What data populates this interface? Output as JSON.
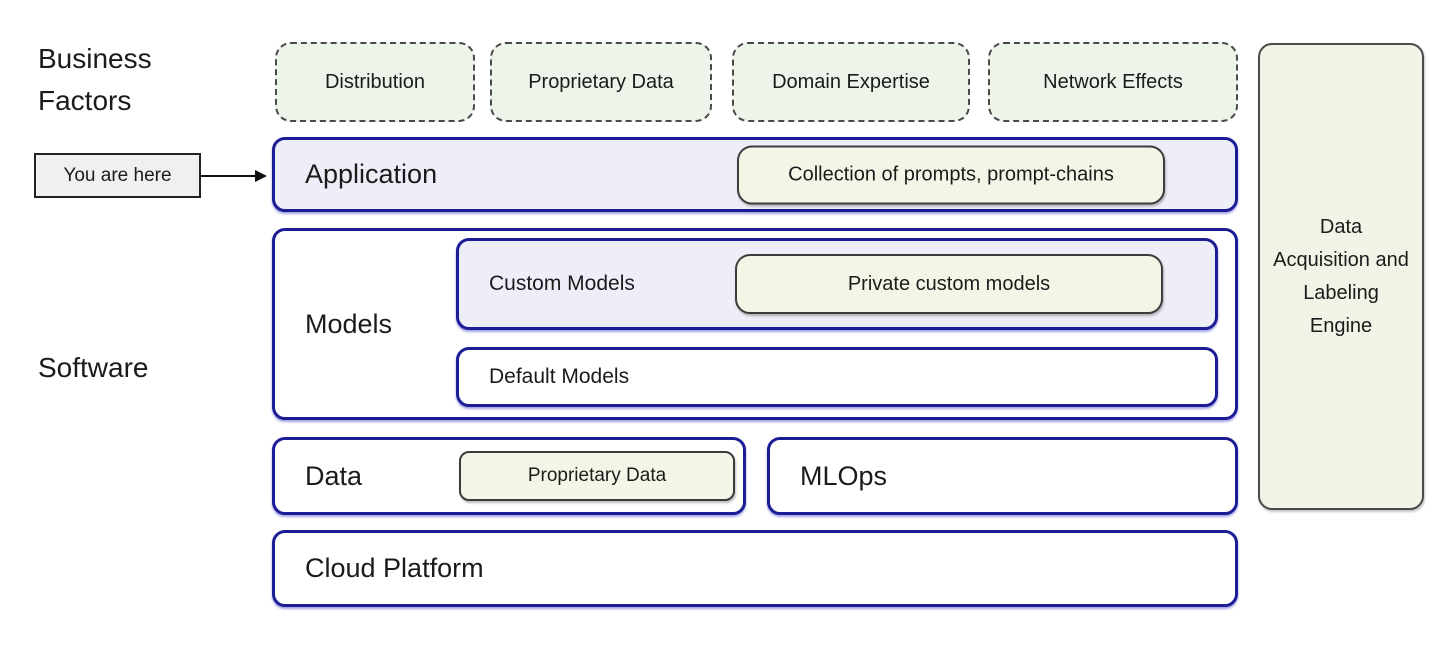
{
  "left_column": {
    "business_factors_label": "Business Factors",
    "you_are_here_label": "You are here",
    "software_label": "Software"
  },
  "business_factors": [
    {
      "label": "Distribution"
    },
    {
      "label": "Proprietary Data"
    },
    {
      "label": "Domain Expertise"
    },
    {
      "label": "Network Effects"
    }
  ],
  "software_stack": {
    "application": {
      "label": "Application",
      "pill_label": "Collection of prompts, prompt-chains"
    },
    "models": {
      "label": "Models",
      "custom_models": {
        "label": "Custom Models",
        "pill_label": "Private custom models"
      },
      "default_models": {
        "label": "Default Models"
      }
    },
    "data": {
      "label": "Data",
      "pill_label": "Proprietary Data"
    },
    "mlops": {
      "label": "MLOps"
    },
    "cloud_platform": {
      "label": "Cloud Platform"
    }
  },
  "side_panel": {
    "label": "Data Acquisition and Labeling Engine"
  },
  "colors": {
    "navy_border": "#1c1c94",
    "lavender_fill": "#edeef7",
    "green_fill": "#f3f6e7",
    "side_green_fill": "#f0f4e7",
    "dashed_green_fill": "#edf4e9",
    "pill_border": "#3c3c3c",
    "here_box_bg": "#eef0f1",
    "text": "#1b1b1b"
  }
}
